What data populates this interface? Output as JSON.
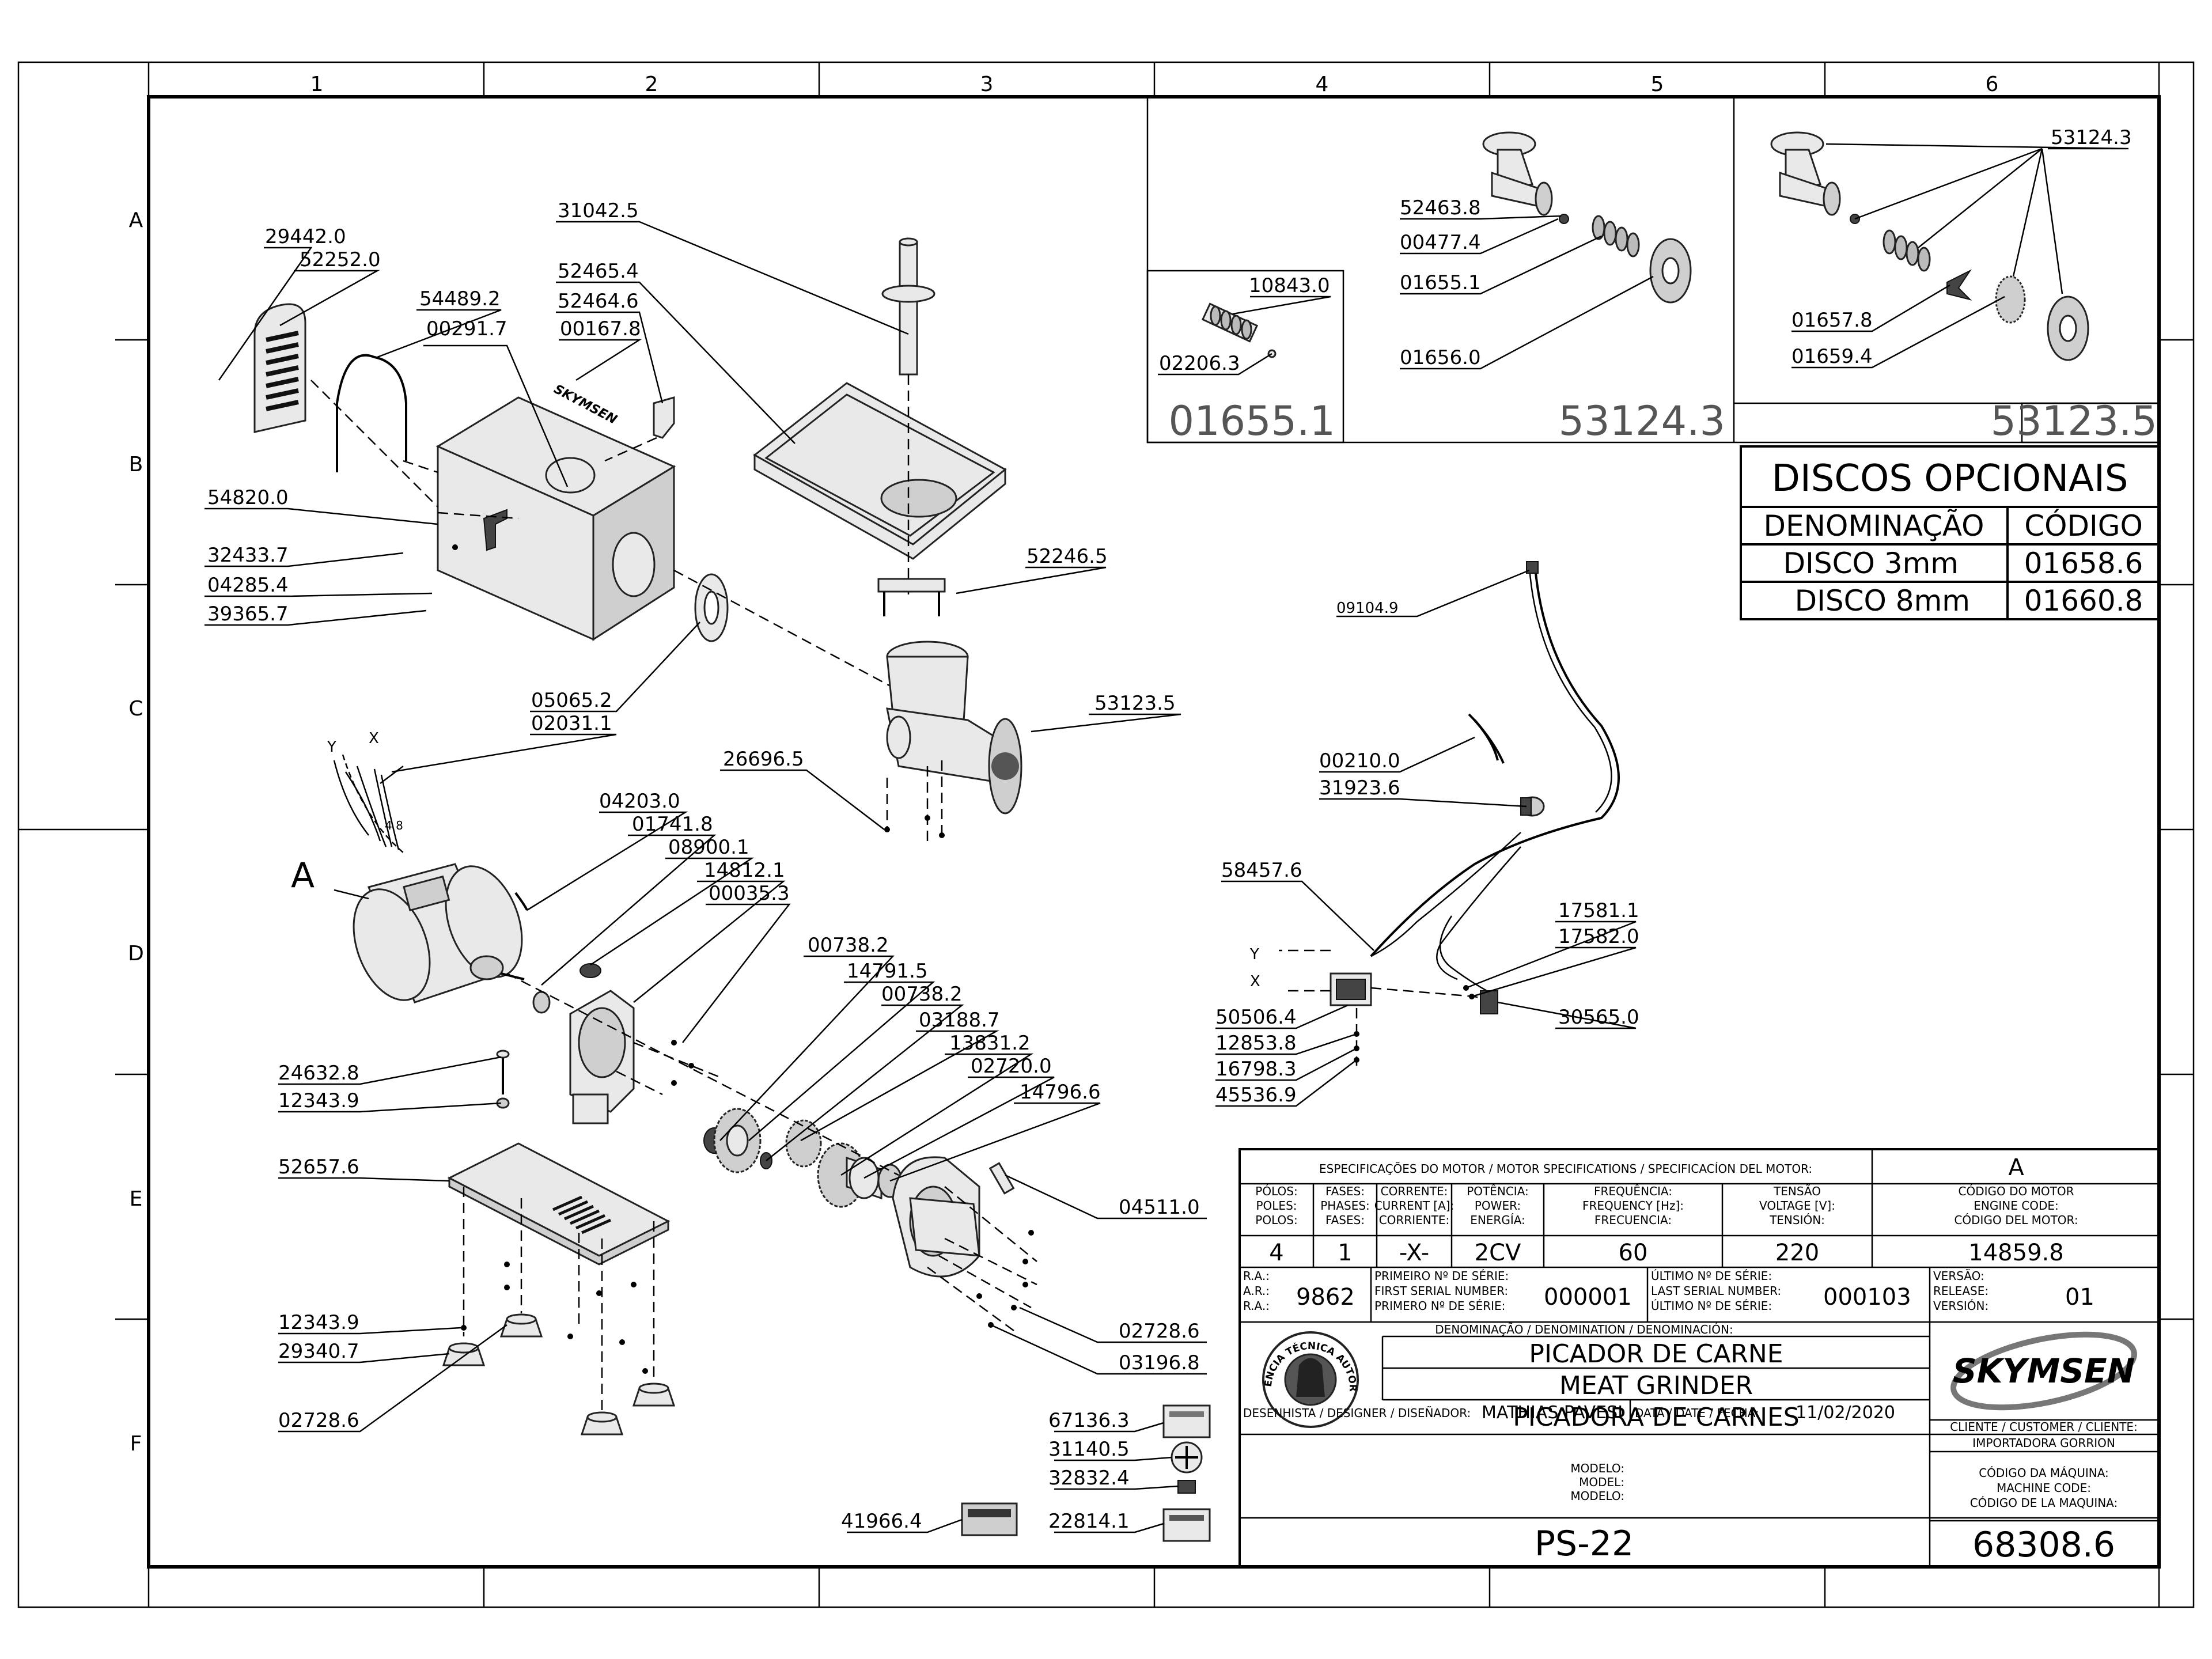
{
  "grid": {
    "cols": [
      "1",
      "2",
      "3",
      "4",
      "5",
      "6"
    ],
    "rows": [
      "A",
      "B",
      "C",
      "D",
      "E",
      "F"
    ]
  },
  "callouts": {
    "c29442": "29442.0",
    "c52252": "52252.0",
    "c54489": "54489.2",
    "c00291": "00291.7",
    "c31042": "31042.5",
    "c52465": "52465.4",
    "c52464": "52464.6",
    "c00167": "00167.8",
    "c54820": "54820.0",
    "c32433": "32433.7",
    "c04285": "04285.4",
    "c39365": "39365.7",
    "c52246": "52246.5",
    "c05065": "05065.2",
    "c02031": "02031.1",
    "c53123": "53123.5",
    "c26696": "26696.5",
    "c04203": "04203.0",
    "c01741": "01741.8",
    "c08900": "08900.1",
    "c14812": "14812.1",
    "c00035": "00035.3",
    "c00738a": "00738.2",
    "c14791": "14791.5",
    "c00738b": "00738.2",
    "c03188": "03188.7",
    "c13831": "13831.2",
    "c02720": "02720.0",
    "c14796": "14796.6",
    "c24632": "24632.8",
    "c12343a": "12343.9",
    "c52657": "52657.6",
    "c04511": "04511.0",
    "c12343b": "12343.9",
    "c29340": "29340.7",
    "c02728a": "02728.6",
    "c02728b": "02728.6",
    "c03196": "03196.8",
    "c67136": "67136.3",
    "c31140": "31140.5",
    "c32832": "32832.4",
    "c41966": "41966.4",
    "c22814": "22814.1",
    "c52463": "52463.8",
    "c00477": "00477.4",
    "c01655": "01655.1",
    "c01656": "01656.0",
    "c10843": "10843.0",
    "c02206": "02206.3",
    "c53124": "53124.3",
    "c01657": "01657.8",
    "c01659": "01659.4",
    "c09104": "09104.9",
    "c00210": "00210.0",
    "c31923": "31923.6",
    "c58457": "58457.6",
    "c17581": "17581.1",
    "c17582": "17582.0",
    "c30565": "30565.0",
    "c50506": "50506.4",
    "c12853": "12853.8",
    "c16798": "16798.3",
    "c45536": "45536.9"
  },
  "motor_view": {
    "label": "A",
    "wire_y": "Y",
    "wire_x": "X",
    "wire_num": "4 8"
  },
  "switch_view": {
    "wire_y": "Y",
    "wire_x": "X"
  },
  "option_boxes": {
    "box1": "01655.1",
    "box2": "53124.3",
    "box3": "53123.5"
  },
  "discos": {
    "title": "DISCOS  OPCIONAIS",
    "col_name": "DENOMINAÇÃO",
    "col_code": "CÓDIGO",
    "rows": [
      {
        "name": "DISCO  3mm",
        "code": "01658.6"
      },
      {
        "name": "DISCO  8mm",
        "code": "01660.8"
      }
    ]
  },
  "logo_text": "SKYMSEN",
  "title_block": {
    "spec_header": "ESPECIFICAÇÕES DO MOTOR / MOTOR SPECIFICATIONS / SPECIFICACÍON DEL MOTOR:",
    "revision_letter": "A",
    "spec_cols": [
      {
        "h1": "PÓLOS:",
        "h2": "POLES:",
        "h3": "POLOS:",
        "value": "4"
      },
      {
        "h1": "FASES:",
        "h2": "PHASES:",
        "h3": "FASES:",
        "value": "1"
      },
      {
        "h1": "CORRENTE:",
        "h2": "CURRENT [A]:",
        "h3": "CORRIENTE:",
        "value": "-X-"
      },
      {
        "h1": "POTÊNCIA:",
        "h2": "POWER:",
        "h3": "ENERGÍA:",
        "value": "2CV"
      },
      {
        "h1": "FREQUÊNCIA:",
        "h2": "FREQUENCY [Hz]:",
        "h3": "FRECUENCIA:",
        "value": "60"
      },
      {
        "h1": "TENSÃO",
        "h2": "VOLTAGE [V]:",
        "h3": "TENSIÓN:",
        "value": "220"
      }
    ],
    "engine_code": {
      "h1": "CÓDIGO DO MOTOR",
      "h2": "ENGINE CODE:",
      "h3": "CÓDIGO DEL MOTOR:",
      "value": "14859.8"
    },
    "ra": {
      "h1": "R.A.:",
      "h2": "A.R.:",
      "h3": "R.A.:",
      "value": "9862"
    },
    "first_serial": {
      "h1": "PRIMEIRO Nº DE SÉRIE:",
      "h2": "FIRST SERIAL NUMBER:",
      "h3": "PRIMERO Nº DE SÉRIE:",
      "value": "000001"
    },
    "last_serial": {
      "h1": "ÚLTIMO Nº DE SÉRIE:",
      "h2": "LAST SERIAL NUMBER:",
      "h3": "ÚLTIMO Nº DE SÉRIE:",
      "value": "000103"
    },
    "version": {
      "h1": "VERSÃO:",
      "h2": "RELEASE:",
      "h3": "VERSIÓN:",
      "value": "01"
    },
    "denom_header": "DENOMINAÇÃO / DENOMINATION / DENOMINACIÓN:",
    "names": [
      "PICADOR DE CARNE",
      "MEAT GRINDER",
      "PICADORA DE CARNES"
    ],
    "seal_text": "ASSISTÊNCIA TÉCNICA AUTORIZADA",
    "designer_label": "DESENHISTA / DESIGNER / DISEÑADOR:",
    "designer": "MATHIAS PAVESI",
    "date_label": "DATA / DATE / FECHA:",
    "date": "11/02/2020",
    "client_label": "CLIENTE / CUSTOMER / CLIENTE:",
    "client": "IMPORTADORA GORRION",
    "model_labels": [
      "MODELO:",
      "MODEL:",
      "MODELO:"
    ],
    "model": "PS-22",
    "machine_code_labels": [
      "CÓDIGO DA MÁQUINA:",
      "MACHINE CODE:",
      "CÓDIGO DE LA MAQUINA:"
    ],
    "machine_code": "68308.6"
  }
}
